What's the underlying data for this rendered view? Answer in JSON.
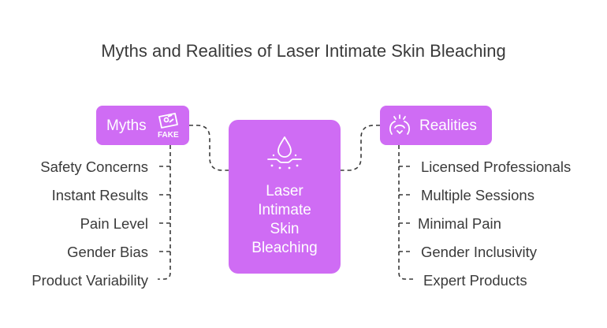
{
  "title": "Myths and Realities of Laser Intimate Skin Bleaching",
  "center": {
    "lines": [
      "Laser",
      "Intimate",
      "Skin",
      "Bleaching"
    ],
    "icon": "skin-drop-icon"
  },
  "myths": {
    "label": "Myths",
    "icon": "fake-tag-icon",
    "icon_text": "FAKE",
    "items": [
      "Safety Concerns",
      "Instant Results",
      "Pain Level",
      "Gender Bias",
      "Product Variability"
    ]
  },
  "realities": {
    "label": "Realities",
    "icon": "realization-head-icon",
    "items": [
      "Licensed Professionals",
      "Multiple Sessions",
      "Minimal Pain",
      "Gender Inclusivity",
      "Expert Products"
    ]
  },
  "colors": {
    "accent": "#cf6cf4",
    "text": "#3a3a3a",
    "connector": "#3a3a3a"
  }
}
